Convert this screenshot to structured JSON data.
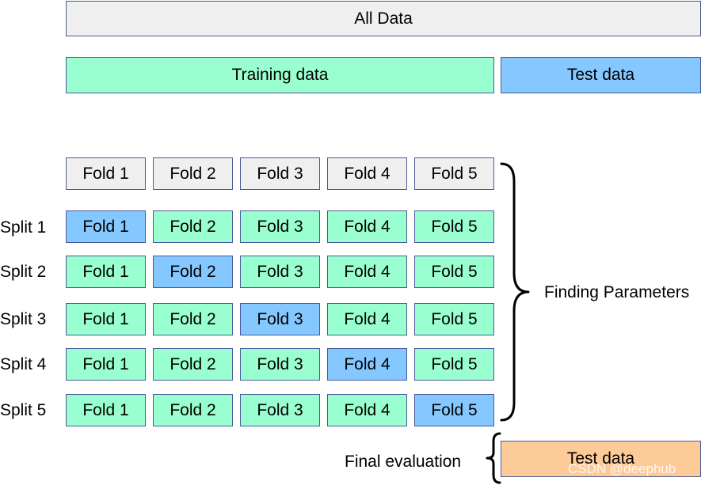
{
  "all_data": "All Data",
  "training_data": "Training data",
  "test_data": "Test data",
  "folds": [
    "Fold 1",
    "Fold 2",
    "Fold 3",
    "Fold 4",
    "Fold 5"
  ],
  "splits": [
    {
      "label": "Split 1",
      "test_fold": 1
    },
    {
      "label": "Split 2",
      "test_fold": 2
    },
    {
      "label": "Split 3",
      "test_fold": 3
    },
    {
      "label": "Split 4",
      "test_fold": 4
    },
    {
      "label": "Split 5",
      "test_fold": 5
    }
  ],
  "finding_parameters": "Finding Parameters",
  "final_evaluation": "Final evaluation",
  "final_test_data": "Test data",
  "watermark": "CSDN @deephub",
  "colors": {
    "all_data": "#efefef",
    "training": "#99ffd0",
    "test": "#85c8ff",
    "final_test": "#fdcb98",
    "border": "#4a5a9a"
  }
}
